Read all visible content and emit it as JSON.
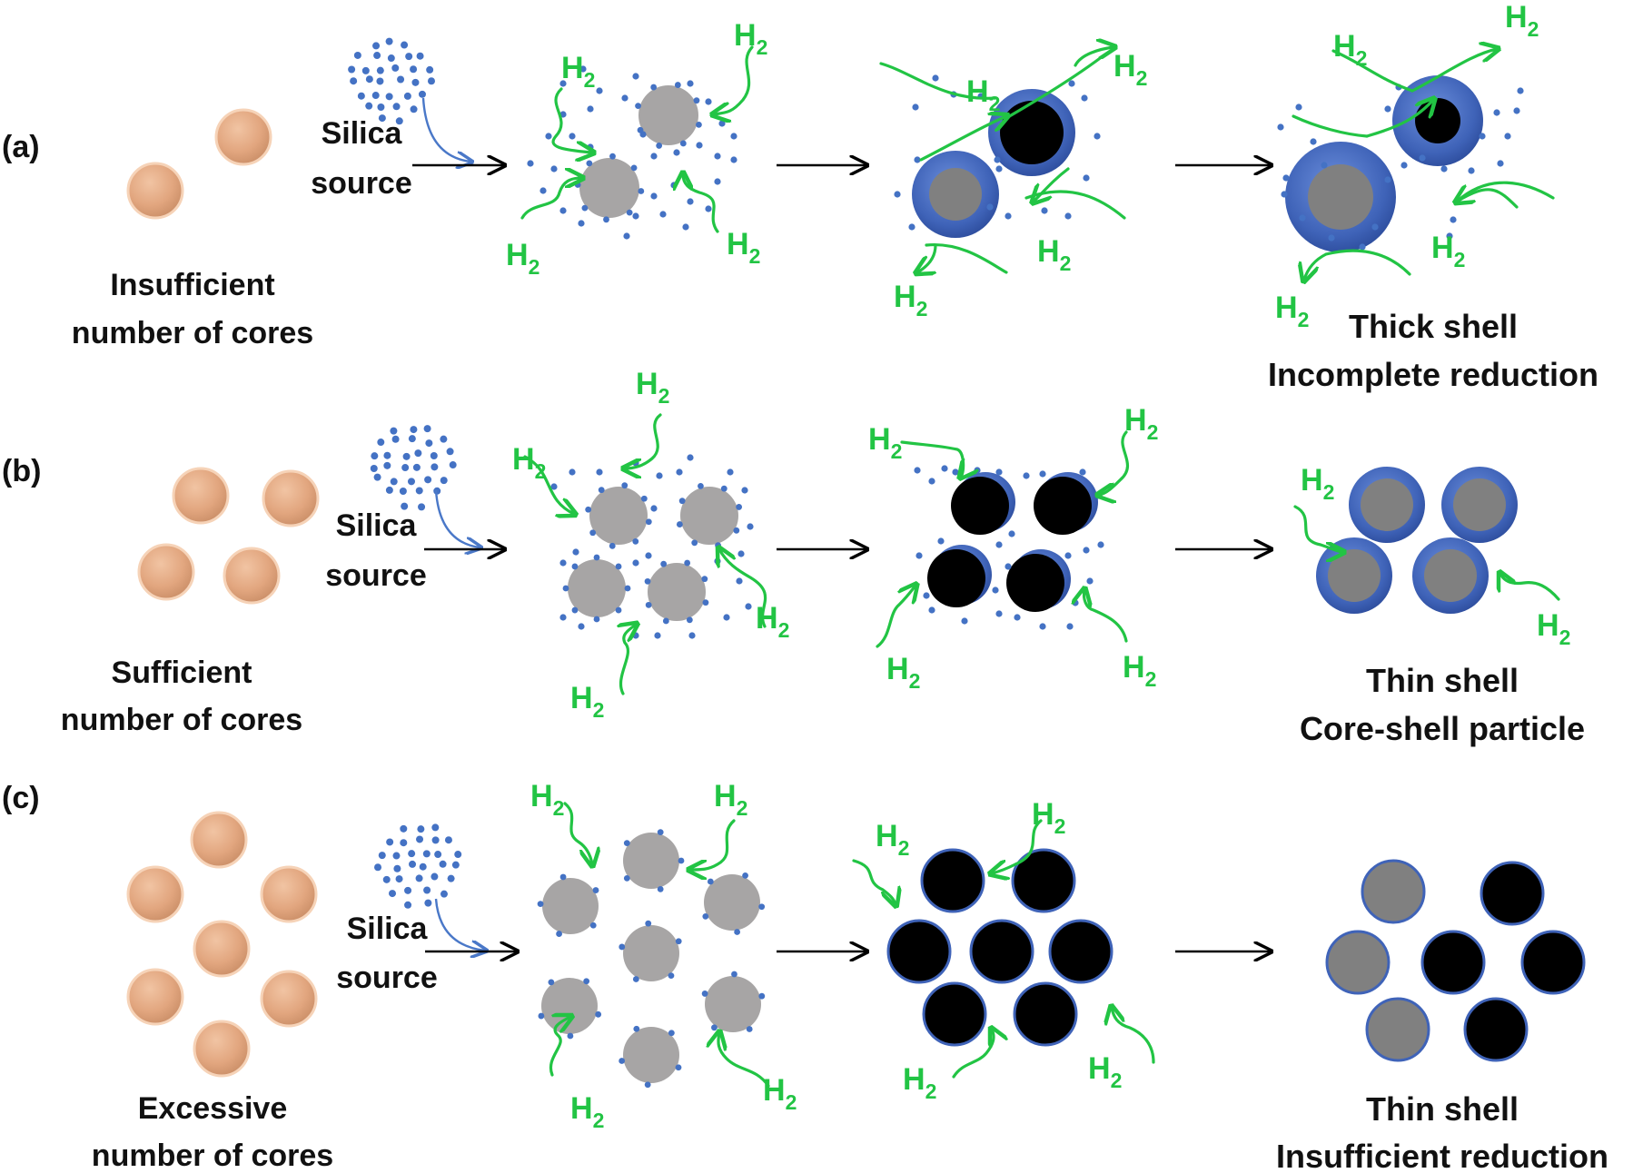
{
  "colors": {
    "copper_core": "#e9b08c",
    "copper_core_edge": "#f6d3b8",
    "gray_core": "#a7a5a5",
    "silica_dot": "#4472c4",
    "shell": "#3f63b8",
    "black_core": "#000000",
    "arrow_green": "#22c444",
    "arrow_black": "#000000",
    "silica_arrow": "#4a78c8"
  },
  "h2_label": {
    "main": "H",
    "sub": "2"
  },
  "silica_label": {
    "line1": "Silica",
    "line2": "source"
  },
  "rows": [
    {
      "tag": "(a)",
      "start_caption": [
        "Insufficient",
        "number of cores"
      ],
      "end_caption": [
        "Thick shell",
        "Incomplete reduction"
      ]
    },
    {
      "tag": "(b)",
      "start_caption": [
        "Sufficient",
        "number of cores"
      ],
      "end_caption": [
        "Thin shell",
        "Core-shell particle"
      ]
    },
    {
      "tag": "(c)",
      "start_caption": [
        "Excessive",
        "number of cores"
      ],
      "end_caption": [
        "Thin shell",
        "Insufficient reduction"
      ]
    }
  ]
}
